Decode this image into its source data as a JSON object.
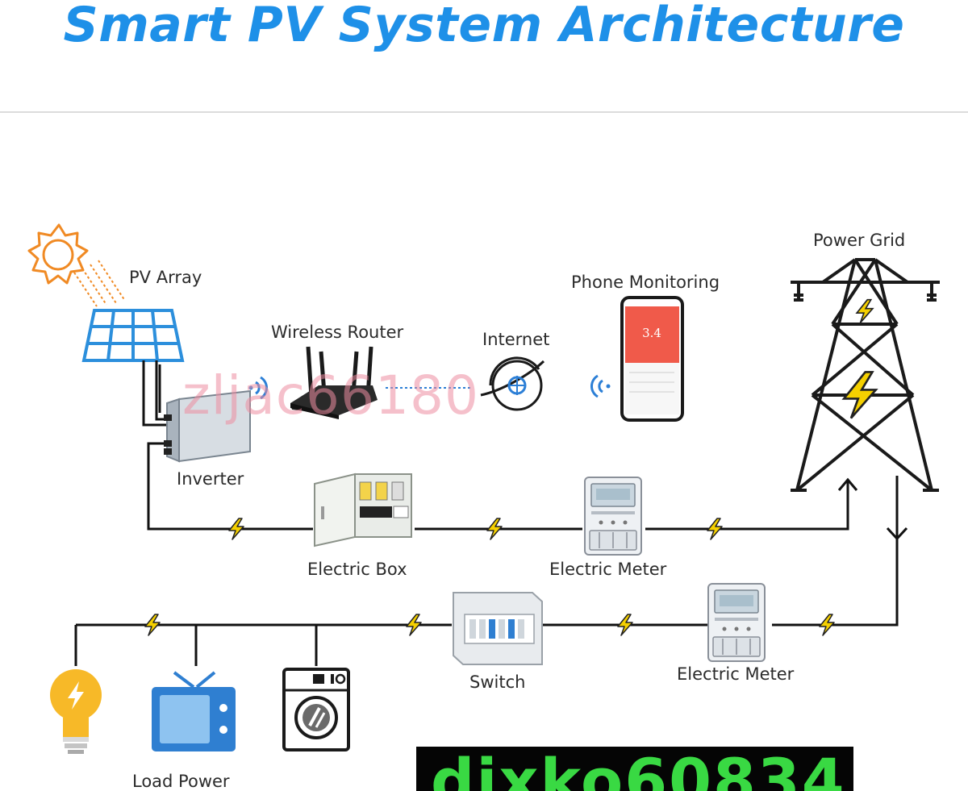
{
  "title": "Smart PV System Architecture",
  "labels": {
    "pv_array": "PV Array",
    "wireless_router": "Wireless Router",
    "internet": "Internet",
    "phone_monitoring": "Phone Monitoring",
    "power_grid": "Power Grid",
    "inverter": "Inverter",
    "electric_box": "Electric Box",
    "electric_meter_top": "Electric Meter",
    "switch": "Switch",
    "electric_meter_bottom": "Electric Meter",
    "load_power": "Load Power"
  },
  "phone_screen_value": "3.4",
  "watermarks": {
    "top": "zljac66180",
    "bottom": "dixko60834"
  },
  "colors": {
    "title": "#1e90e8",
    "line": "#111111",
    "bolt": "#f5d000",
    "phone_header": "#f05a4a",
    "sun": "#f08a24",
    "panel": "#2c8fdc",
    "bulb": "#f7b928",
    "tv": "#2f7fd1",
    "watermark_bottom_text": "#39d943"
  },
  "icons": [
    "sun-icon",
    "solar-panel-icon",
    "router-icon",
    "globe-icon",
    "smartphone-icon",
    "transmission-tower-icon",
    "inverter-icon",
    "electric-box-icon",
    "electric-meter-icon",
    "switch-panel-icon",
    "light-bulb-icon",
    "tv-icon",
    "washing-machine-icon",
    "lightning-bolt-icon",
    "wifi-signal-icon"
  ]
}
